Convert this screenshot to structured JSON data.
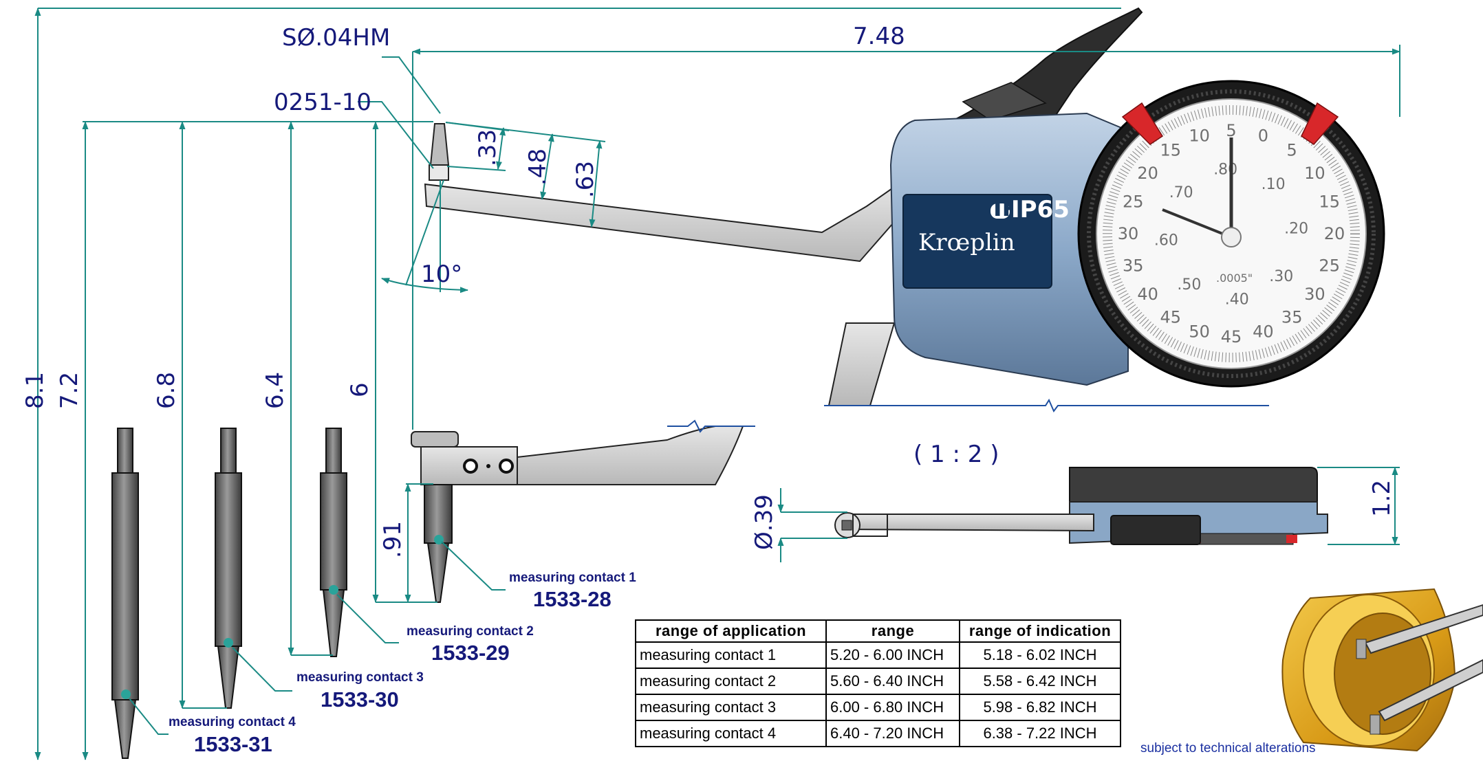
{
  "dimensions": {
    "overall_length": "7.48",
    "tip_spec": "SØ.04HM",
    "contact_part": "0251-10",
    "d_033": ".33",
    "d_048": ".48",
    "d_063": ".63",
    "angle": "10°",
    "h_81": "8.1",
    "h_72": "7.2",
    "h_68": "6.8",
    "h_64": "6.4",
    "h_6": "6",
    "h_091": ".91",
    "scale": "( 1 : 2 )",
    "dia_039": "Ø.39",
    "thickness": "1.2"
  },
  "gauge": {
    "rating": "IP65",
    "brand": "Krœplin",
    "resolution": ".0005\"",
    "outer_scale": [
      "5",
      "0",
      "5",
      "10",
      "15",
      "20",
      "25",
      "30",
      "35",
      "40",
      "45",
      "50",
      "45",
      "40",
      "35",
      "30",
      "25",
      "20",
      "15",
      "10"
    ],
    "inner_scale": [
      ".10",
      ".20",
      ".30",
      ".40",
      ".50",
      ".60",
      ".70",
      ".80"
    ]
  },
  "contacts": [
    {
      "label": "measuring contact 1",
      "part": "1533-28"
    },
    {
      "label": "measuring contact 2",
      "part": "1533-29"
    },
    {
      "label": "measuring contact 3",
      "part": "1533-30"
    },
    {
      "label": "measuring contact 4",
      "part": "1533-31"
    }
  ],
  "table": {
    "headers": [
      "range of application",
      "range",
      "range of indication"
    ],
    "rows": [
      [
        "measuring contact 1",
        "5.20 - 6.00 INCH",
        "5.18 - 6.02 INCH"
      ],
      [
        "measuring contact 2",
        "5.60 - 6.40 INCH",
        "5.58 - 6.42 INCH"
      ],
      [
        "measuring contact 3",
        "6.00 - 6.80 INCH",
        "5.98 - 6.82 INCH"
      ],
      [
        "measuring contact 4",
        "6.40 - 7.20 INCH",
        "6.38 - 7.22 INCH"
      ]
    ]
  },
  "note": "subject to technical alterations",
  "colors": {
    "dimension_line": "#1a8a84",
    "text": "#15197a",
    "gauge_body": "#8ba8c8",
    "label_plate": "#16375d",
    "accent_red": "#d8272a",
    "brass": "#d9a21f"
  }
}
